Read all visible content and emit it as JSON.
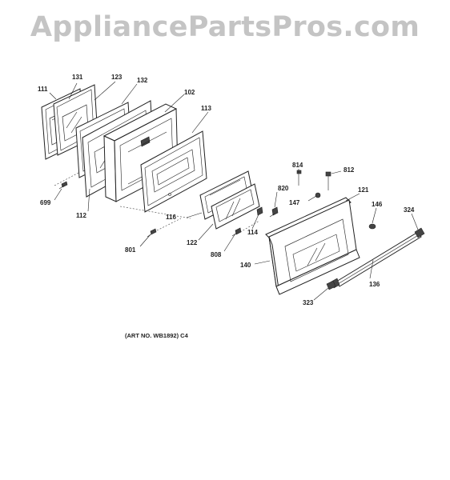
{
  "watermark": "AppliancePartsPros.com",
  "art_number": "(ART NO. WB1892) C4",
  "callouts": {
    "c111": "111",
    "c131": "131",
    "c123": "123",
    "c132": "132",
    "c102": "102",
    "c113": "113",
    "c699": "699",
    "c112": "112",
    "c116": "116",
    "c801": "801",
    "c122": "122",
    "c808": "808",
    "c114": "114",
    "c820": "820",
    "c814": "814",
    "c812": "812",
    "c147": "147",
    "c121": "121",
    "c146": "146",
    "c324": "324",
    "c140": "140",
    "c136": "136",
    "c323": "323"
  }
}
